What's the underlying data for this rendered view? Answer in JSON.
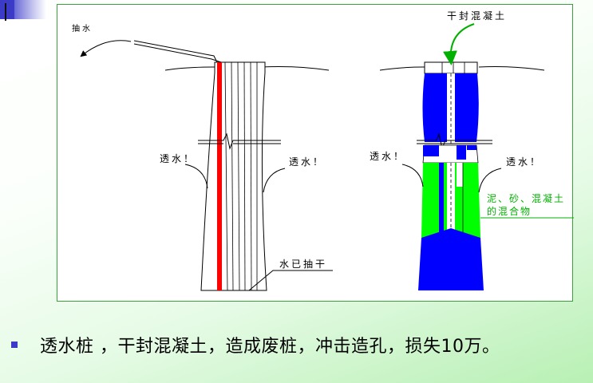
{
  "diagram": {
    "labels": {
      "pump_water": "抽水",
      "water_leak_left_1": "透水！",
      "water_leak_left_2": "透水！",
      "water_drained": "水已抽干",
      "dry_seal_concrete": "干封混凝土",
      "water_leak_right_1": "透水！",
      "water_leak_right_2": "透水！",
      "mixture_line1": "泥、砂、混凝土",
      "mixture_line2": "的混合物"
    },
    "colors": {
      "pipe": "#ff0000",
      "concrete": "#0000ff",
      "mixture": "#00ff00",
      "arrow_green": "#00b000",
      "frame": "#3aa23a"
    }
  },
  "caption": "透水桩 ，干封混凝土，造成废桩，冲击造孔，损失10万。",
  "theme": {
    "bullet_color": "#3b3bc8"
  }
}
